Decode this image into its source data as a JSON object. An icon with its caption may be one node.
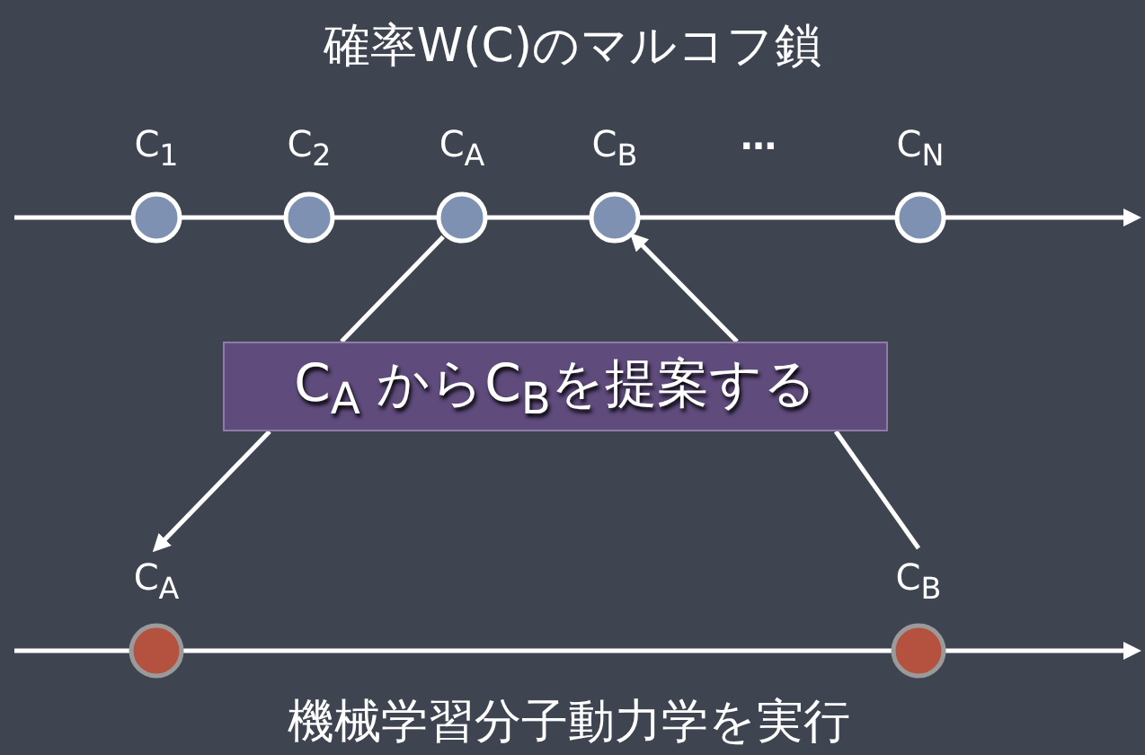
{
  "diagram": {
    "title": "確率W(C)のマルコフ鎖",
    "caption": "機械学習分子動力学を実行",
    "nodes": [
      {
        "text": [
          "C$_{1}$"
        ]
      },
      {
        "text": [
          "C$_{2}$"
        ]
      },
      {
        "text": [
          "C$_{A}$"
        ]
      },
      {
        "text": [
          "C$_{B}$"
        ]
      },
      {
        "text": [
          "C$_{N}$"
        ]
      },
      {
        "text": [
          "C$_{A}$ からC$_{B}$を提案する"
        ]
      },
      {
        "text": [
          "C$_{A}$"
        ]
      },
      {
        "text": [
          "C$_{B}$"
        ]
      }
    ],
    "edges": [
      {
        "from": null,
        "to": 0,
        "arrow": "none"
      },
      {
        "from": 0,
        "to": 1,
        "arrow": "none"
      },
      {
        "from": 1,
        "to": 2,
        "arrow": "none"
      },
      {
        "from": 2,
        "to": 3,
        "arrow": "none"
      },
      {
        "from": 3,
        "to": 4,
        "arrow": "none"
      },
      {
        "from": 4,
        "to": null,
        "arrow": "to"
      },
      {
        "from": 2,
        "to": 5,
        "arrow": "none"
      },
      {
        "from": 5,
        "to": 6,
        "arrow": "to"
      },
      {
        "from": 7,
        "to": 5,
        "arrow": "none"
      },
      {
        "from": 5,
        "to": 3,
        "arrow": "to"
      },
      {
        "from": null,
        "to": 6,
        "arrow": "none"
      },
      {
        "from": 6,
        "to": 7,
        "arrow": "none"
      },
      {
        "from": 7,
        "to": null,
        "arrow": "to"
      }
    ],
    "labels": [
      "…"
    ]
  }
}
